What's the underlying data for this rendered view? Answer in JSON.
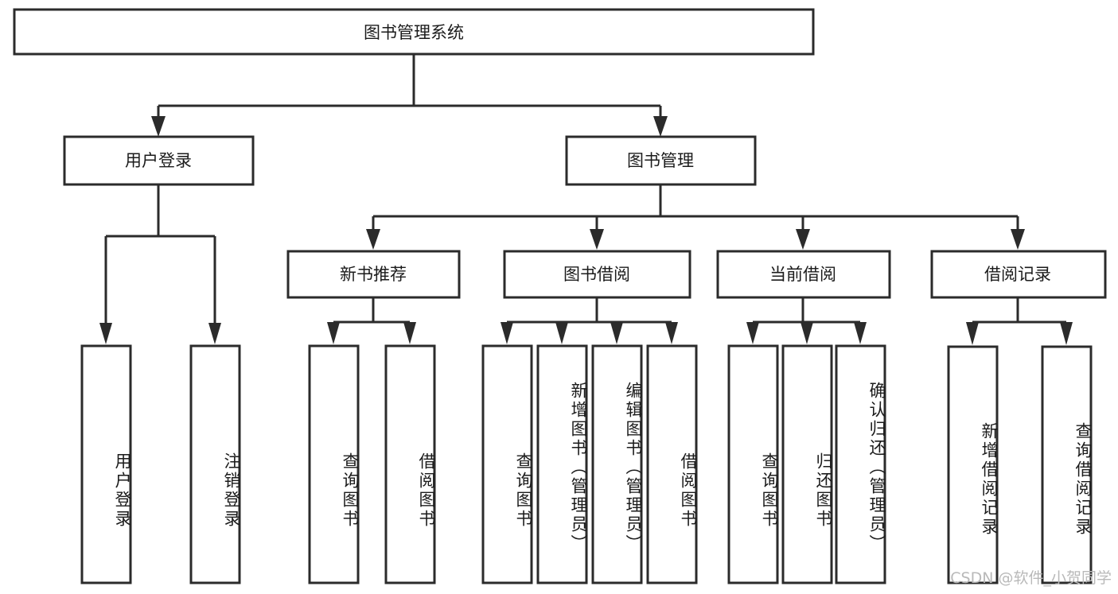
{
  "diagram": {
    "type": "tree",
    "title": "图书管理系统",
    "watermark": "CSDN @软件_小贺同学",
    "colors": {
      "stroke": "#2b2b2b",
      "fill": "#ffffff",
      "text": "#1b1b1b",
      "watermark": "#b9b9b9",
      "background": "#ffffff"
    },
    "root": {
      "label": "图书管理系统",
      "orientation": "horizontal"
    },
    "level2": [
      {
        "label": "用户登录",
        "orientation": "horizontal"
      },
      {
        "label": "图书管理",
        "orientation": "horizontal"
      }
    ],
    "level3": [
      {
        "label": "新书推荐",
        "orientation": "horizontal",
        "parent": "图书管理"
      },
      {
        "label": "图书借阅",
        "orientation": "horizontal",
        "parent": "图书管理"
      },
      {
        "label": "当前借阅",
        "orientation": "horizontal",
        "parent": "图书管理"
      },
      {
        "label": "借阅记录",
        "orientation": "horizontal",
        "parent": "图书管理"
      }
    ],
    "leaves": {
      "用户登录": [
        {
          "label": "用户登录",
          "orientation": "vertical"
        },
        {
          "label": "注销登录",
          "orientation": "vertical"
        }
      ],
      "新书推荐": [
        {
          "label": "查询图书",
          "orientation": "vertical"
        },
        {
          "label": "借阅图书",
          "orientation": "vertical"
        }
      ],
      "图书借阅": [
        {
          "label": "查询图书",
          "orientation": "vertical"
        },
        {
          "label": "新增图书（管理员）",
          "orientation": "vertical"
        },
        {
          "label": "编辑图书（管理员）",
          "orientation": "vertical"
        },
        {
          "label": "借阅图书",
          "orientation": "vertical"
        }
      ],
      "当前借阅": [
        {
          "label": "查询图书",
          "orientation": "vertical"
        },
        {
          "label": "归还图书",
          "orientation": "vertical"
        },
        {
          "label": "确认归还（管理员）",
          "orientation": "vertical"
        }
      ],
      "借阅记录": [
        {
          "label": "新增借阅记录",
          "orientation": "vertical"
        },
        {
          "label": "查询借阅记录",
          "orientation": "vertical"
        }
      ]
    }
  }
}
